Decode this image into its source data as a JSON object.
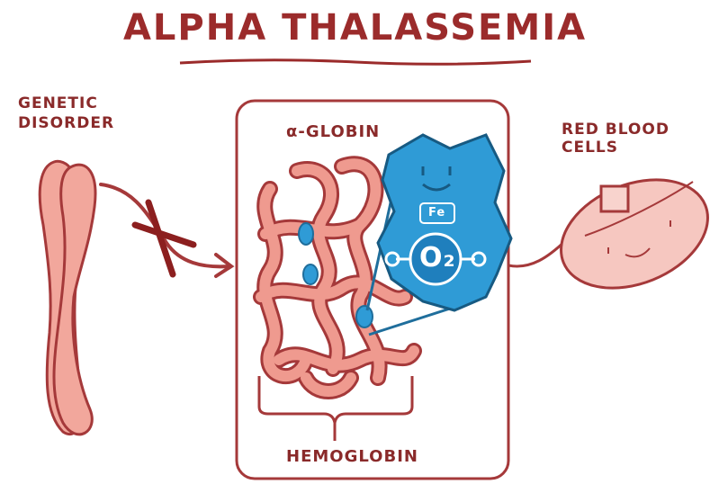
{
  "title": "ALPHA THALASSEMIA",
  "labels": {
    "genetic_line1": "GENETIC",
    "genetic_line2": "DISORDER",
    "alpha_globin": "α-GLOBIN",
    "red_blood_cells": "RED BLOOD CELLS",
    "hemoglobin": "HEMOGLOBIN",
    "heme_iron": "Fe",
    "oxygen": "O₂"
  },
  "colors": {
    "title": "#9b2b2b",
    "outline": "#a5393a",
    "chromosome": "#f2a79c",
    "globin": "#e98f84",
    "heme": "#2f9bd6",
    "rbc": "#f6c7c0"
  }
}
